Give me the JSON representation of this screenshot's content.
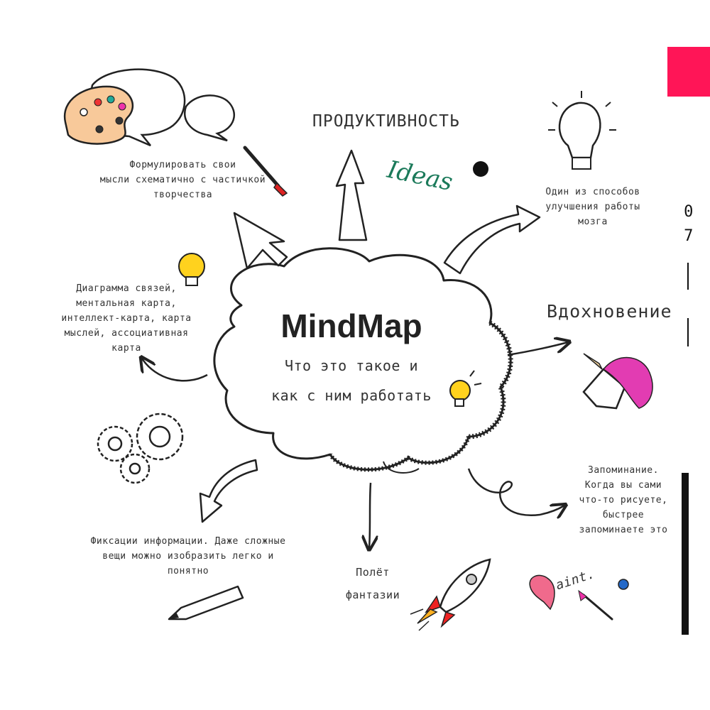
{
  "title": "MindMap",
  "subtitle_line1": "Что это такое и",
  "subtitle_line2": "как с ним работать",
  "labels": {
    "productivity": "ПРОДУКТИВНОСТЬ",
    "inspiration": "Вдохновение",
    "ideas": "Ideas",
    "flight_line1": "Полёт",
    "flight_line2": "фантазии"
  },
  "notes": {
    "formulate": [
      "Формулировать свои",
      "мысли схематично с частичкой",
      "творчества"
    ],
    "diagram": [
      "Диаграмма связей,",
      "ментальная карта,",
      "интеллект-карта, карта",
      "мыслей, ассоциативная карта"
    ],
    "brain": [
      "Один из способов",
      "улучшения работы",
      "мозга"
    ],
    "memory": [
      "Запоминание.",
      "Когда вы сами",
      "что-то рисуете,",
      "быстрее",
      "запоминаете это"
    ],
    "fix": [
      "Фиксации информации. Даже сложные",
      "вещи можно изобразить легко и понятно"
    ]
  },
  "page_number_digit1": "0",
  "page_number_digit2": "7",
  "paint_word": "aint.",
  "colors": {
    "accent": "#ff1557",
    "bar": "#111111",
    "palette": "#f8c99a",
    "bulb": "#ffd21e",
    "unicorn_mane": "#e23cb2",
    "ideas_text": "#1b7a5a"
  },
  "icons": [
    "palette-icon",
    "speech-bubble-icon",
    "paintbrush-icon",
    "lightbulb-icon",
    "unicorn-icon",
    "gears-icon",
    "pencil-icon",
    "rocket-icon",
    "paint-splash-icon"
  ]
}
